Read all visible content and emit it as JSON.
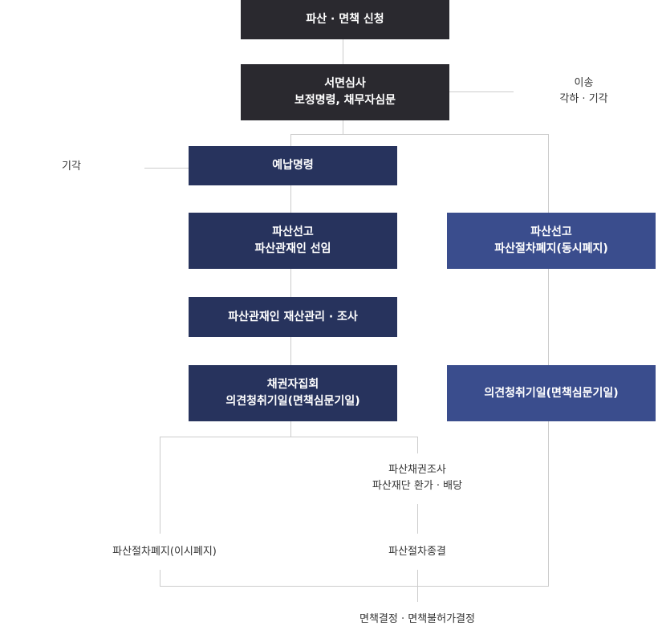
{
  "colors": {
    "dark_box": "#2a292f",
    "navy_box": "#27335d",
    "blue_box": "#3a4d8d",
    "connector_line": "#cccccc",
    "label_text": "#333333"
  },
  "boxes": {
    "application": {
      "line1": "파산 · 면책 신청"
    },
    "review": {
      "line1": "서면심사",
      "line2": "보정명령, 채무자심문"
    },
    "prepayment": {
      "line1": "예납명령"
    },
    "declaration": {
      "line1": "파산선고",
      "line2": "파산관재인 선임"
    },
    "declaration_simultaneous": {
      "line1": "파산선고",
      "line2": "파산절차폐지(동시폐지)"
    },
    "trustee_management": {
      "line1": "파산관재인 재산관리 · 조사"
    },
    "creditor_meeting": {
      "line1": "채권자집회",
      "line2": "의견청취기일(면책심문기일)"
    },
    "opinion_hearing": {
      "line1": "의견청취기일(면책심문기일)"
    }
  },
  "labels": {
    "transfer": {
      "line1": "이송",
      "line2": "각하 · 기각"
    },
    "dismissal": "기각",
    "claim_investigation": {
      "line1": "파산채권조사",
      "line2": "파산재단 환가 · 배당"
    },
    "abolition_after": "파산절차폐지(이시폐지)",
    "termination": "파산절차종결",
    "discharge_decision": "면책결정 · 면책불허가결정"
  }
}
